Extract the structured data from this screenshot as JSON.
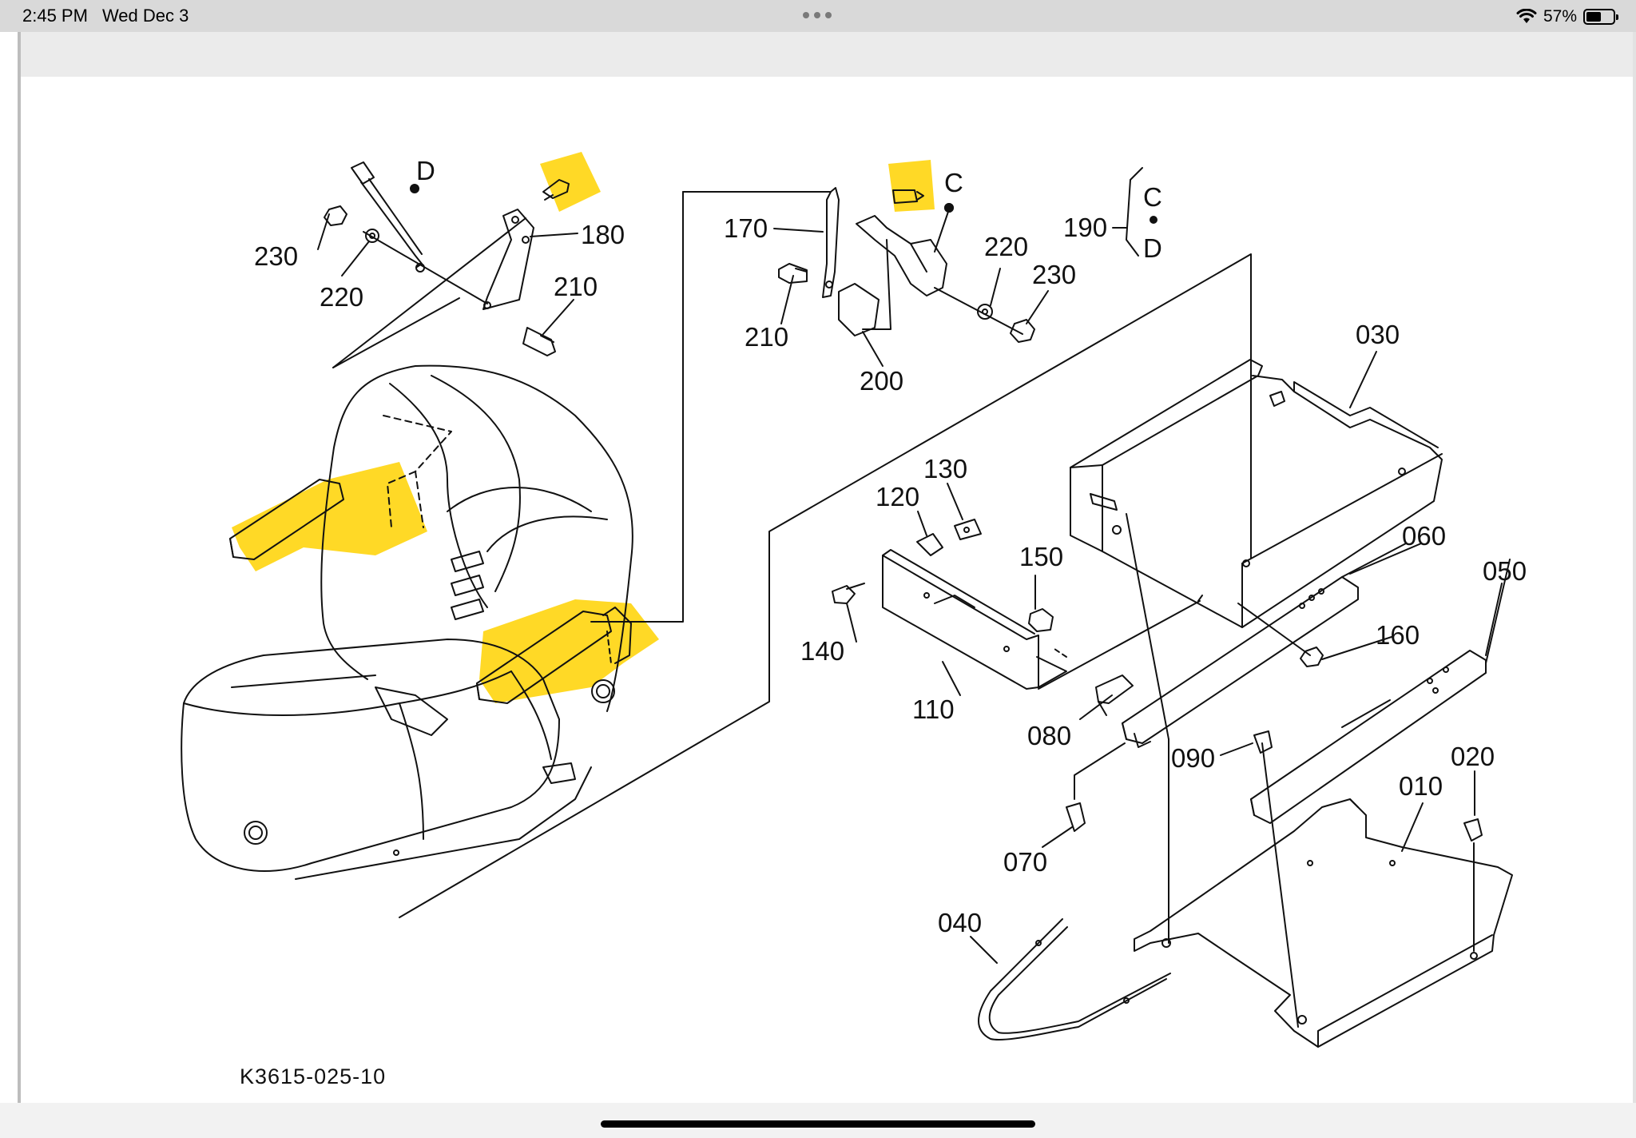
{
  "status_bar": {
    "time": "2:45 PM",
    "date": "Wed Dec 3",
    "battery_percent": "57%",
    "battery_level": 0.57,
    "icons": [
      "wifi-icon",
      "battery-icon",
      "more-dots-icon"
    ]
  },
  "diagram": {
    "drawing_id": "K3615-025-10",
    "highlight_color": "#FFD200",
    "labels": {
      "l230a": "230",
      "l220a": "220",
      "D_top": "D",
      "l180": "180",
      "l210a": "210",
      "l170": "170",
      "C_top": "C",
      "l210b": "210",
      "l220b": "220",
      "l230b": "230",
      "l200": "200",
      "l190": "190",
      "C_ref": "C",
      "D_ref": "D",
      "l030": "030",
      "l130": "130",
      "l120": "120",
      "l150": "150",
      "l060": "060",
      "l050": "050",
      "l140": "140",
      "l160": "160",
      "l110": "110",
      "l080": "080",
      "l090": "090",
      "l020": "020",
      "l010": "010",
      "l070": "070",
      "l040": "040"
    }
  }
}
